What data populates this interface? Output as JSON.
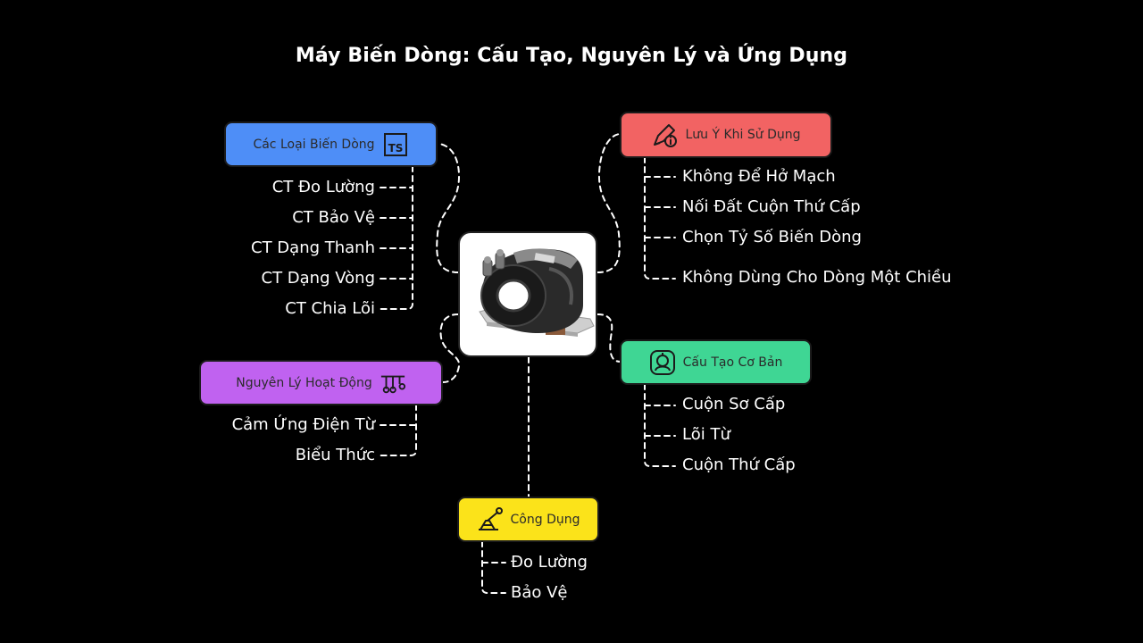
{
  "title": "Máy Biến Dòng: Cấu Tạo, Nguyên Lý và Ứng Dụng",
  "colors": {
    "background": "#000000",
    "types": "#4e8ef7",
    "usage_notes": "#f26363",
    "principle": "#c062f0",
    "structure": "#3fd694",
    "applications": "#fbe31a",
    "connector": "#ffffff"
  },
  "center": {
    "image": "current-transformer-photo"
  },
  "branches": {
    "types": {
      "label": "Các Loại Biến Dòng",
      "icon": "ts-badge-icon",
      "items": [
        "CT Đo Lường",
        "CT Bảo Vệ",
        "CT Dạng Thanh",
        "CT Dạng Vòng",
        "CT Chia Lõi"
      ]
    },
    "usage_notes": {
      "label": "Lưu Ý Khi Sử Dụng",
      "icon": "pen-info-icon",
      "items": [
        "Không Để Hở Mạch",
        "Nối Đất Cuộn Thứ Cấp",
        "Chọn Tỷ Số Biến Dòng",
        "Không Dùng Cho Dòng Một Chiều"
      ]
    },
    "principle": {
      "label": "Nguyên Lý Hoạt Động",
      "icon": "magnet-rings-icon",
      "items": [
        "Cảm Ứng Điện Từ",
        "Biểu Thức"
      ]
    },
    "structure": {
      "label": "Cấu Tạo Cơ Bản",
      "icon": "coil-frame-icon",
      "items": [
        "Cuộn Sơ Cấp",
        "Lõi Từ",
        "Cuộn Thứ Cấp"
      ]
    },
    "applications": {
      "label": "Công Dụng",
      "icon": "pylon-tool-icon",
      "items": [
        "Đo Lường",
        "Bảo Vệ"
      ]
    }
  }
}
